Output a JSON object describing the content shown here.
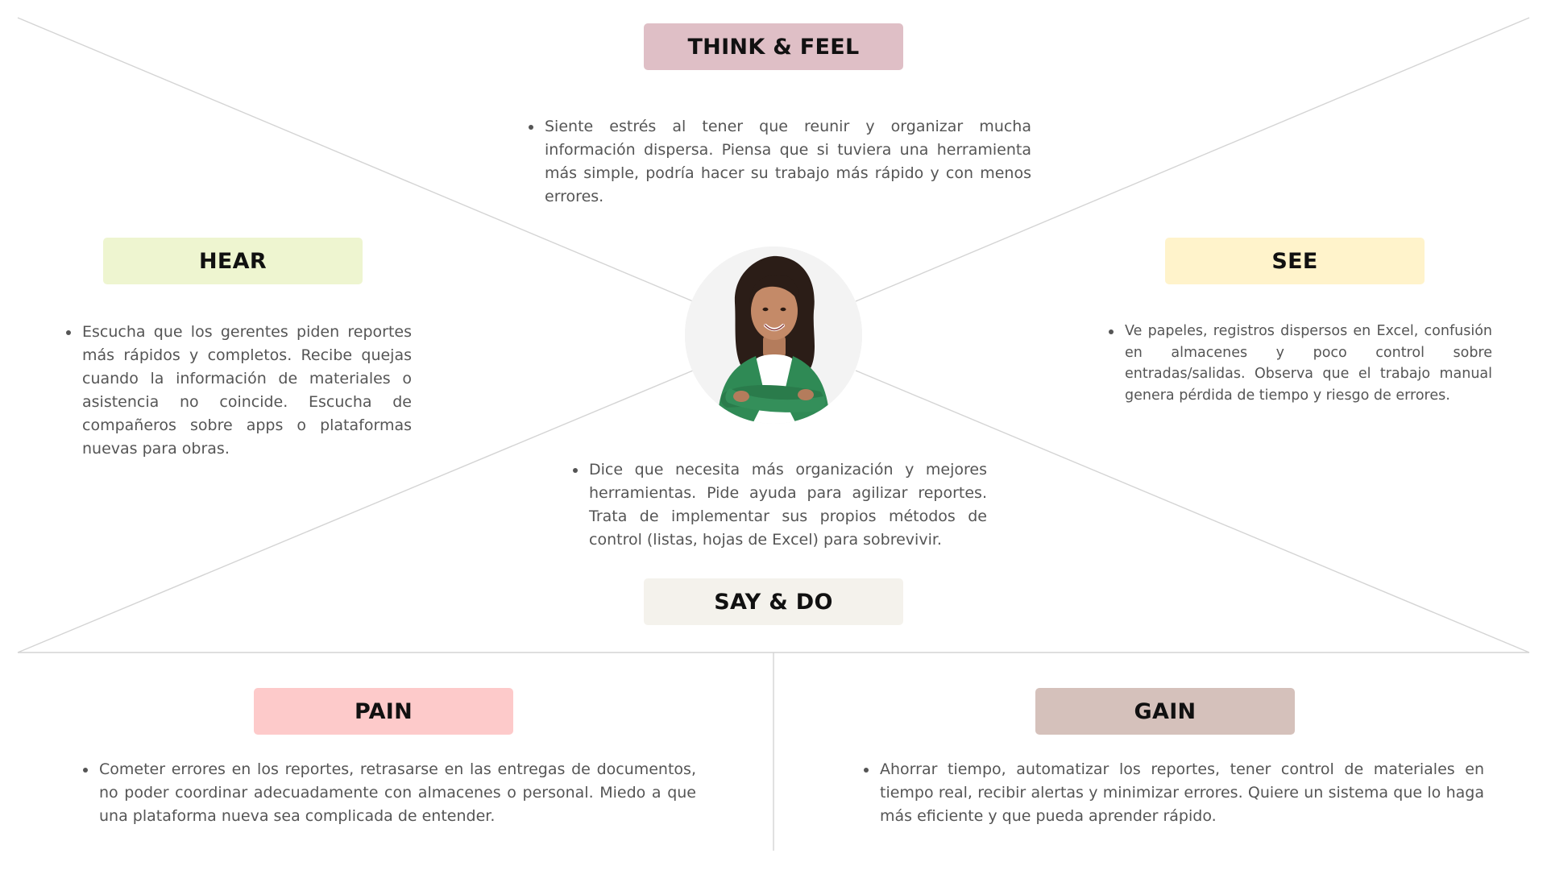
{
  "colors": {
    "think_feel": "#dfbfc6",
    "hear": "#eef5d0",
    "see": "#fff3cb",
    "say_do": "#f4f2ec",
    "pain": "#fdcaca",
    "gain": "#d5c1bb",
    "lines": "#d4d4d4",
    "text": "#555555"
  },
  "map": {
    "think_feel": {
      "label": "THINK & FEEL",
      "text": "Siente estrés al tener que reunir y organizar mucha información dispersa. Piensa que si tuviera una herramienta más simple, podría hacer su trabajo más rápido y con menos errores."
    },
    "hear": {
      "label": "HEAR",
      "text": "Escucha que los gerentes piden reportes más rápidos y completos. Recibe quejas cuando la información de materiales o asistencia no coincide. Escucha de compañeros sobre apps o plataformas nuevas para obras."
    },
    "see": {
      "label": "SEE",
      "text": "Ve papeles, registros dispersos en Excel, confusión en almacenes y poco control sobre entradas/salidas. Observa que el trabajo manual genera pérdida de tiempo y riesgo de errores."
    },
    "say_do": {
      "label": "SAY & DO",
      "text": "Dice que necesita más organización y mejores herramientas. Pide ayuda para agilizar reportes. Trata de implementar sus propios métodos de control (listas, hojas de Excel) para sobrevivir."
    },
    "pain": {
      "label": "PAIN",
      "text": "Cometer errores en los reportes, retrasarse en las entregas de documentos, no poder coordinar adecuadamente con almacenes o personal. Miedo a que una plataforma nueva sea complicada de entender."
    },
    "gain": {
      "label": "GAIN",
      "text": "Ahorrar tiempo, automatizar los reportes, tener control de materiales en tiempo real, recibir alertas y minimizar errores. Quiere un sistema que lo haga más eficiente y que pueda aprender rápido."
    }
  },
  "persona": {
    "icon": "persona-photo"
  }
}
